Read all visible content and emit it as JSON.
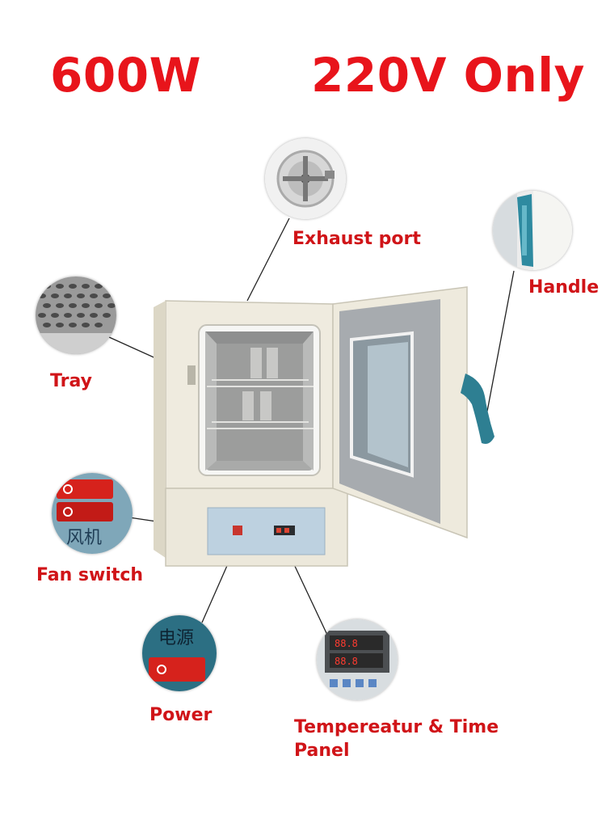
{
  "headline": {
    "power": "600W",
    "voltage": "220V Only"
  },
  "callouts": {
    "exhaust_port": "Exhaust port",
    "handle": "Handle",
    "tray": "Tray",
    "fan_switch": "Fan switch",
    "power": "Power",
    "panel_line1": "Tempereatur & Time",
    "panel_line2": "Panel"
  },
  "switch_text": {
    "fan": "风机",
    "power": "电源"
  },
  "colors": {
    "headline": "#e8141b",
    "label": "#d01418",
    "oven_body": "#eeeadc",
    "control_panel": "#bcd0df",
    "door_handle": "#2e7f92"
  }
}
